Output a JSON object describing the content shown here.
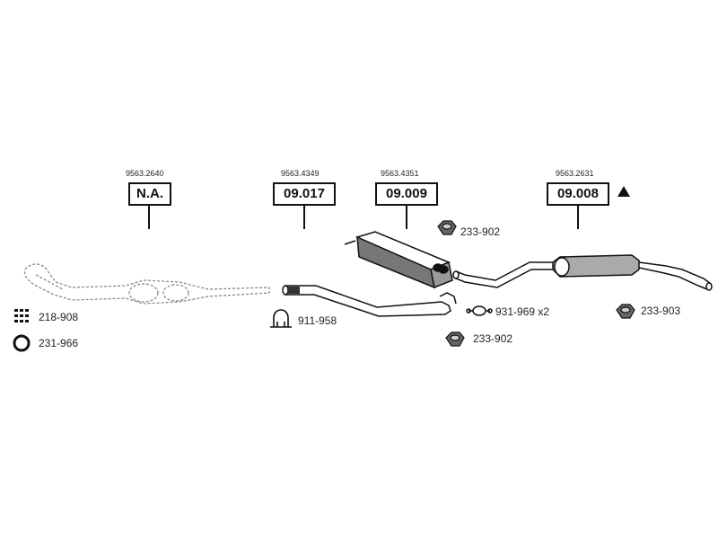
{
  "components": [
    {
      "part_no": "9563.2640",
      "code": "N.A."
    },
    {
      "part_no": "9563.4349",
      "code": "09.017"
    },
    {
      "part_no": "9563.4351",
      "code": "09.009"
    },
    {
      "part_no": "9563.2631",
      "code": "09.008"
    }
  ],
  "accessories": {
    "gasket_set": "218-908",
    "ring_gasket": "231-966",
    "clamp": "911-958",
    "hanger_pair": "931-969 x2",
    "rubber_mount_top": "233-902",
    "rubber_mount_bottom": "233-902",
    "rubber_mount_right": "233-903"
  },
  "icons": {
    "warning": "warning-triangle-icon",
    "gasket_set": "gasket-set-icon",
    "ring_gasket": "ring-gasket-icon",
    "clamp": "clamp-icon",
    "hanger": "hanger-icon",
    "rubber_mount": "rubber-mount-icon"
  },
  "colors": {
    "line": "#111111",
    "background": "#ffffff",
    "dashed_part": "#888888"
  }
}
